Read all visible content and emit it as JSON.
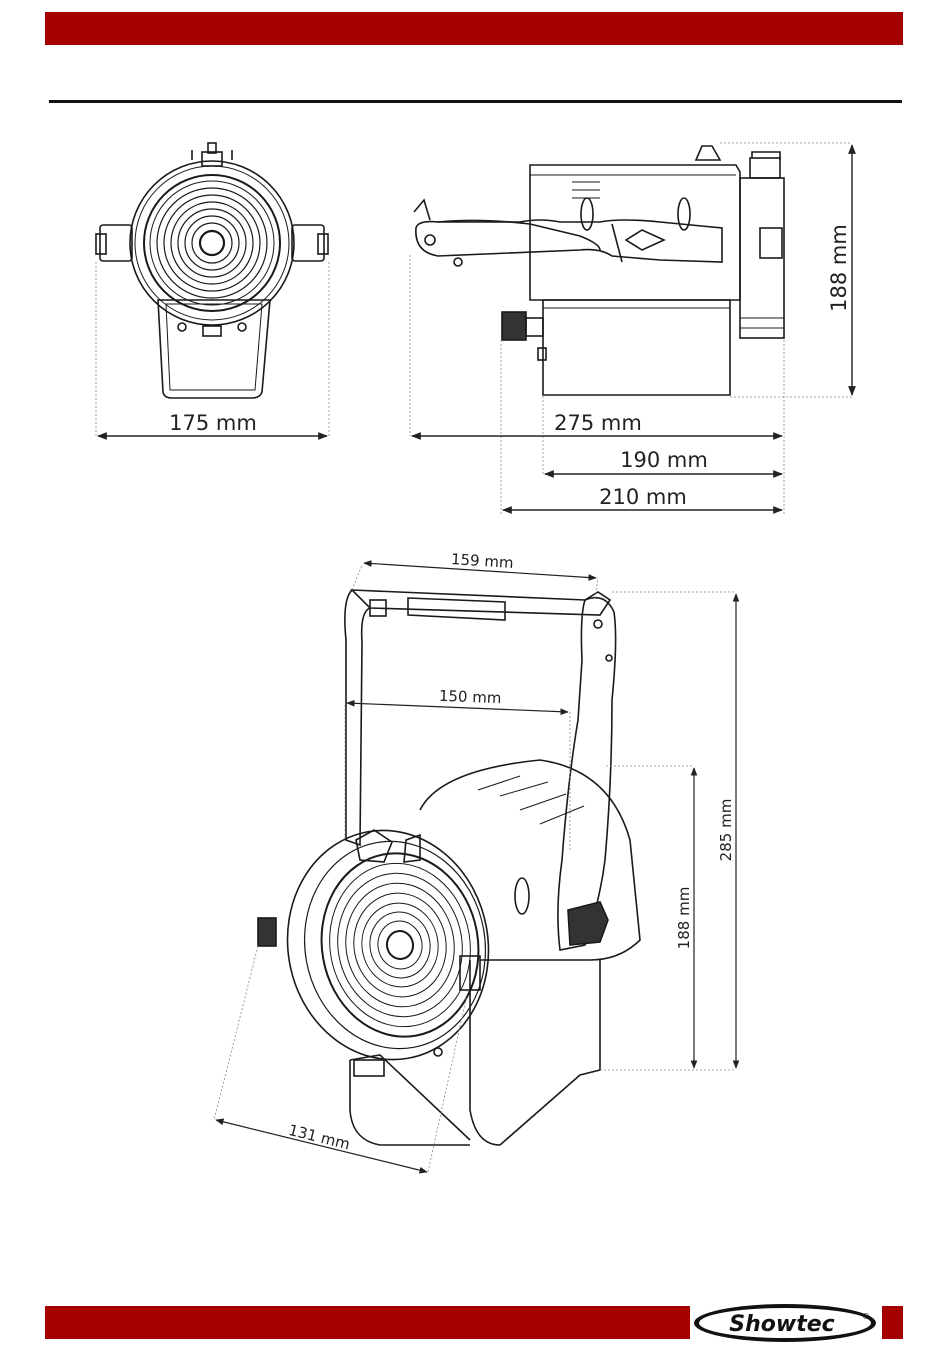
{
  "header": {
    "bar_color": "#a40000"
  },
  "front_view": {
    "width_label": "175 mm"
  },
  "side_view": {
    "height_label": "188 mm",
    "overall_length_label": "275 mm",
    "body_length_label": "190 mm",
    "knob_length_label": "210 mm"
  },
  "perspective_view": {
    "yoke_outer_label": "159 mm",
    "yoke_inner_label": "150 mm",
    "total_height_label": "285 mm",
    "body_height_label": "188 mm",
    "lens_diameter_label": "131 mm"
  },
  "footer": {
    "bar_color": "#a40000",
    "logo_text": "Showtec",
    "logo_mark": "®"
  }
}
